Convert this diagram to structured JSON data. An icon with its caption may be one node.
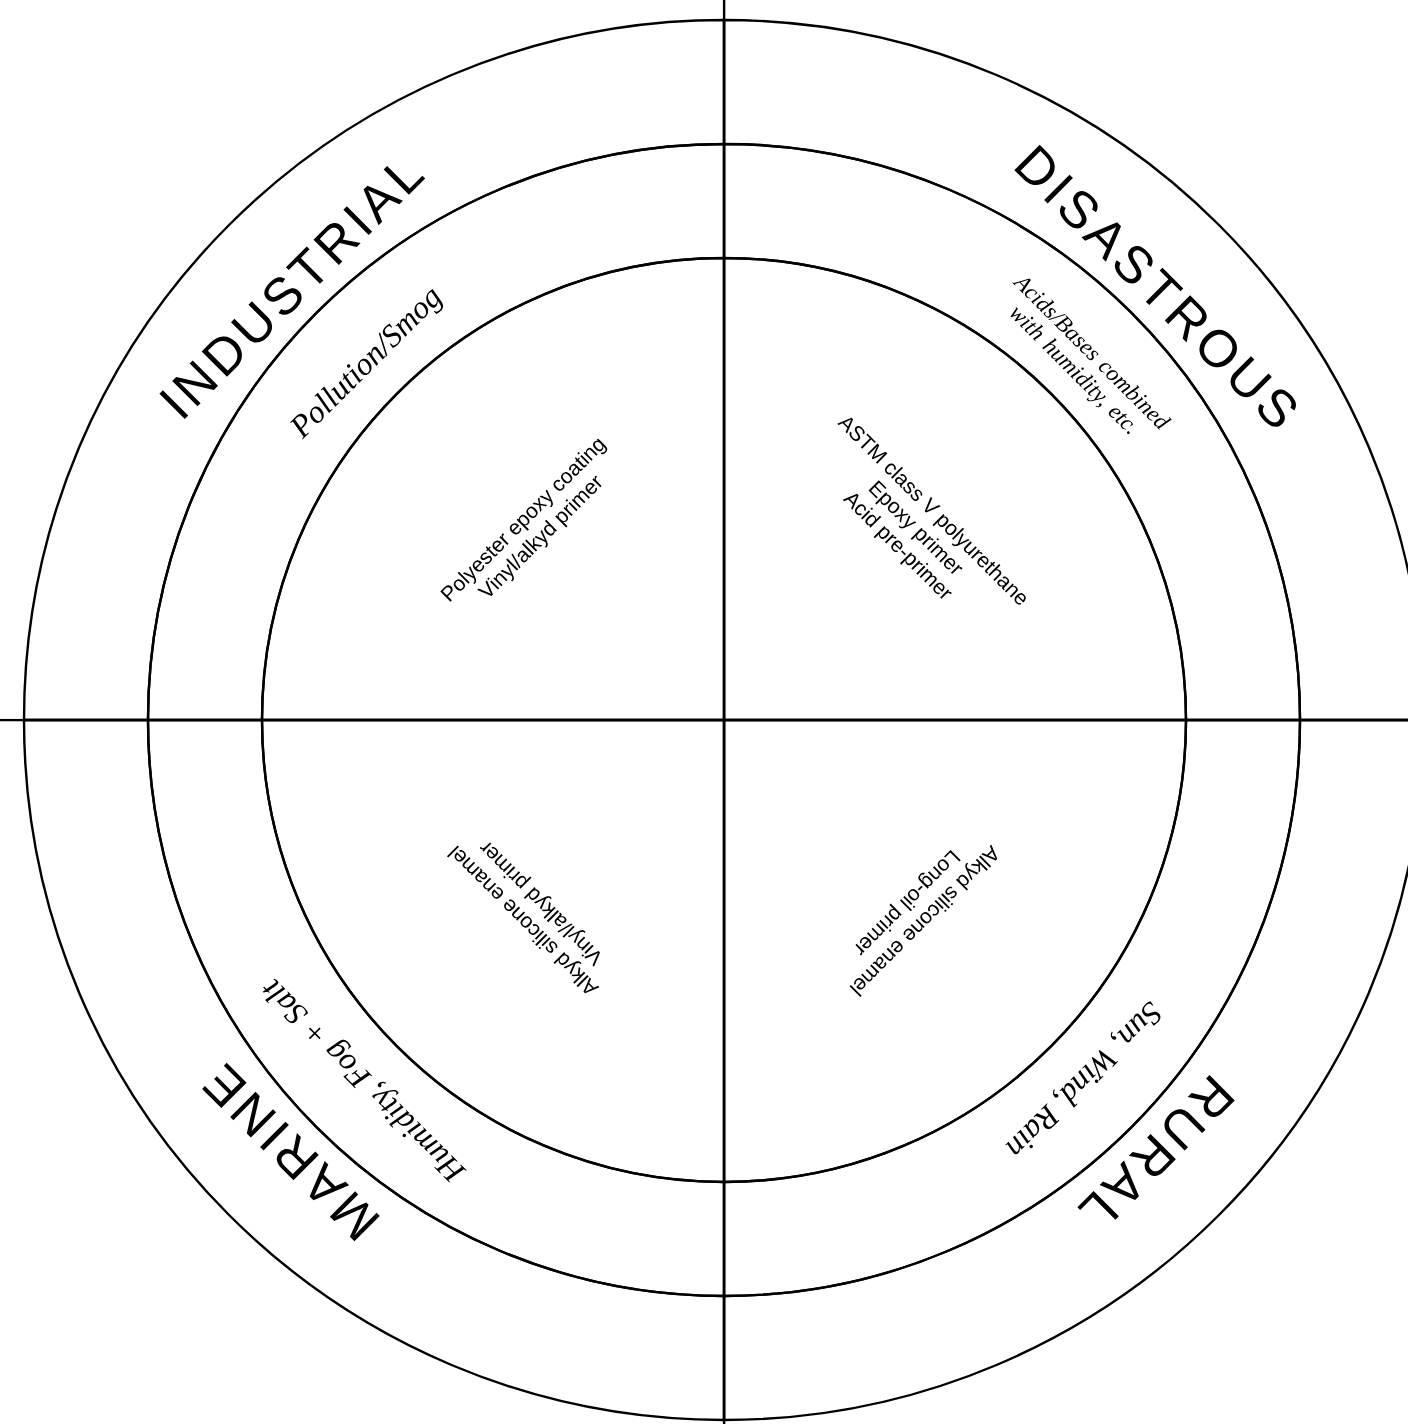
{
  "diagram": {
    "nodes": [
      {
        "text": [
          "INDUSTRIAL"
        ]
      },
      {
        "text": [
          "DISASTROUS"
        ]
      },
      {
        "text": [
          "Pollution/Smog"
        ]
      },
      {
        "text": [
          "Acids/Bases combined with humidity, etc."
        ]
      },
      {
        "text": [
          "Polyester epoxy coating",
          "Vinyl/alkyd primer"
        ]
      },
      {
        "text": [
          "ASTM class V polyurethane",
          "Epoxy primer",
          "Acid pre-primer"
        ]
      },
      {
        "text": [
          "Alkyd silicone enamel",
          "Vinyl/alkyd primer"
        ]
      },
      {
        "text": [
          "Alkyd silicone enamel",
          "Long-oil primer"
        ]
      },
      {
        "text": [
          "Humidity, Fog + Salt"
        ]
      },
      {
        "text": [
          "Sun, Wind, Rain"
        ]
      },
      {
        "text": [
          "MARINE"
        ]
      },
      {
        "text": [
          "RURAL"
        ]
      }
    ]
  }
}
